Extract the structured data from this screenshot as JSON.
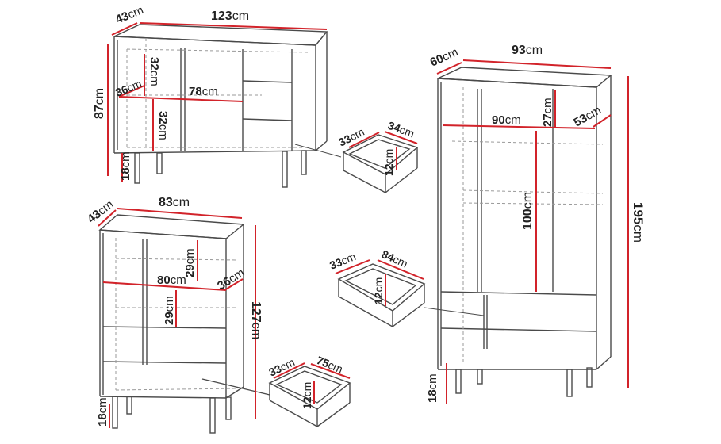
{
  "colors": {
    "line": "#4a4a4a",
    "accent": "#d2232a",
    "hidden": "#9a9a9a",
    "text": "#222222"
  },
  "sideboard": {
    "depth": "43",
    "width": "123",
    "height": "87",
    "leg": "18",
    "shelf_upper": "32",
    "shelf_lower": "32",
    "inner_width": "78",
    "inner_depth": "36"
  },
  "sideboard_drawer": {
    "depth": "33",
    "width": "34",
    "height": "12"
  },
  "highboard": {
    "depth": "43",
    "width": "83",
    "height": "127",
    "leg": "18",
    "shelf_upper": "29",
    "shelf_lower": "29",
    "inner_width": "80",
    "inner_depth": "36"
  },
  "highboard_drawer": {
    "depth": "33",
    "width": "75",
    "height": "12"
  },
  "wardrobe": {
    "depth": "60",
    "width": "93",
    "height": "195",
    "leg": "18",
    "top_shelf": "27",
    "inner_width": "90",
    "inner_depth": "53",
    "hanging": "100"
  },
  "wardrobe_drawer": {
    "depth": "33",
    "width": "84",
    "height": "12"
  },
  "unit": "cm"
}
